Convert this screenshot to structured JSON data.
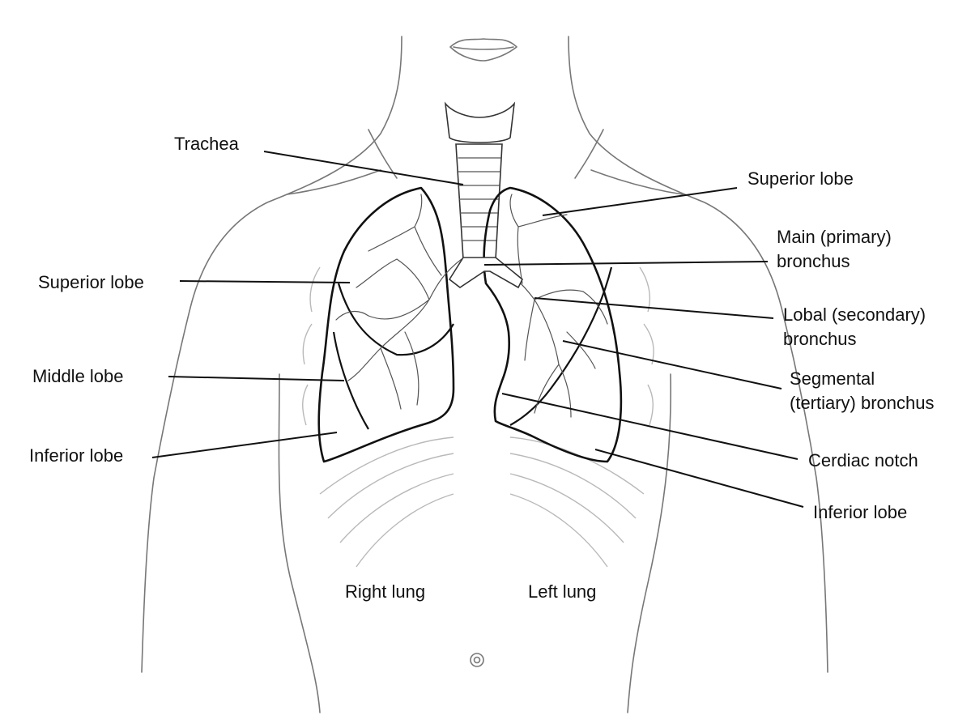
{
  "labels": {
    "trachea": "Trachea",
    "right_superior_lobe": "Superior lobe",
    "right_middle_lobe": "Middle lobe",
    "right_inferior_lobe": "Inferior lobe",
    "left_superior_lobe": "Superior lobe",
    "main_bronchus_line1": "Main (primary)",
    "main_bronchus_line2": "bronchus",
    "lobal_bronchus_line1": "Lobal (secondary)",
    "lobal_bronchus_line2": "bronchus",
    "segmental_bronchus_line1": "Segmental",
    "segmental_bronchus_line2": "(tertiary) bronchus",
    "cardiac_notch": "Cerdiac notch",
    "left_inferior_lobe": "Inferior lobe",
    "right_lung": "Right lung",
    "left_lung": "Left lung"
  },
  "colors": {
    "lung_outline": "#111111",
    "body_outline": "#777777",
    "ribs": "#b9b9b9",
    "label_text": "#111111"
  }
}
